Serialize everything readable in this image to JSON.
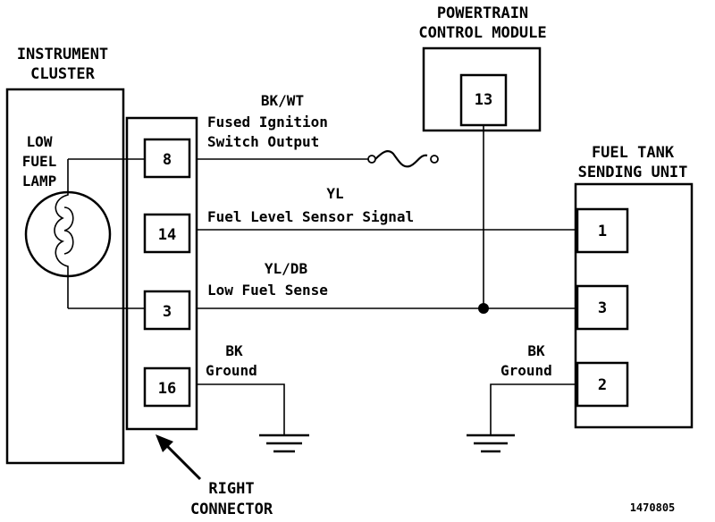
{
  "components": {
    "instrument_cluster": {
      "line1": "INSTRUMENT",
      "line2": "CLUSTER"
    },
    "low_fuel_lamp": {
      "line1": "LOW",
      "line2": "FUEL",
      "line3": "LAMP"
    },
    "pcm": {
      "line1": "POWERTRAIN",
      "line2": "CONTROL MODULE",
      "pin": "13"
    },
    "sending_unit": {
      "line1": "FUEL TANK",
      "line2": "SENDING UNIT"
    },
    "right_connector": {
      "line1": "RIGHT",
      "line2": "CONNECTOR"
    }
  },
  "connector_pins": [
    "8",
    "14",
    "3",
    "16"
  ],
  "sending_unit_pins": [
    "1",
    "3",
    "2"
  ],
  "circuits": {
    "ignition": {
      "color": "BK/WT",
      "desc1": "Fused Ignition",
      "desc2": "Switch Output"
    },
    "level": {
      "color": "YL",
      "desc": "Fuel Level Sensor Signal"
    },
    "low_fuel": {
      "color": "YL/DB",
      "desc": "Low Fuel Sense"
    },
    "ground_left": {
      "color": "BK",
      "desc": "Ground"
    },
    "ground_right": {
      "color": "BK",
      "desc": "Ground"
    }
  },
  "figure_id": "1470805"
}
